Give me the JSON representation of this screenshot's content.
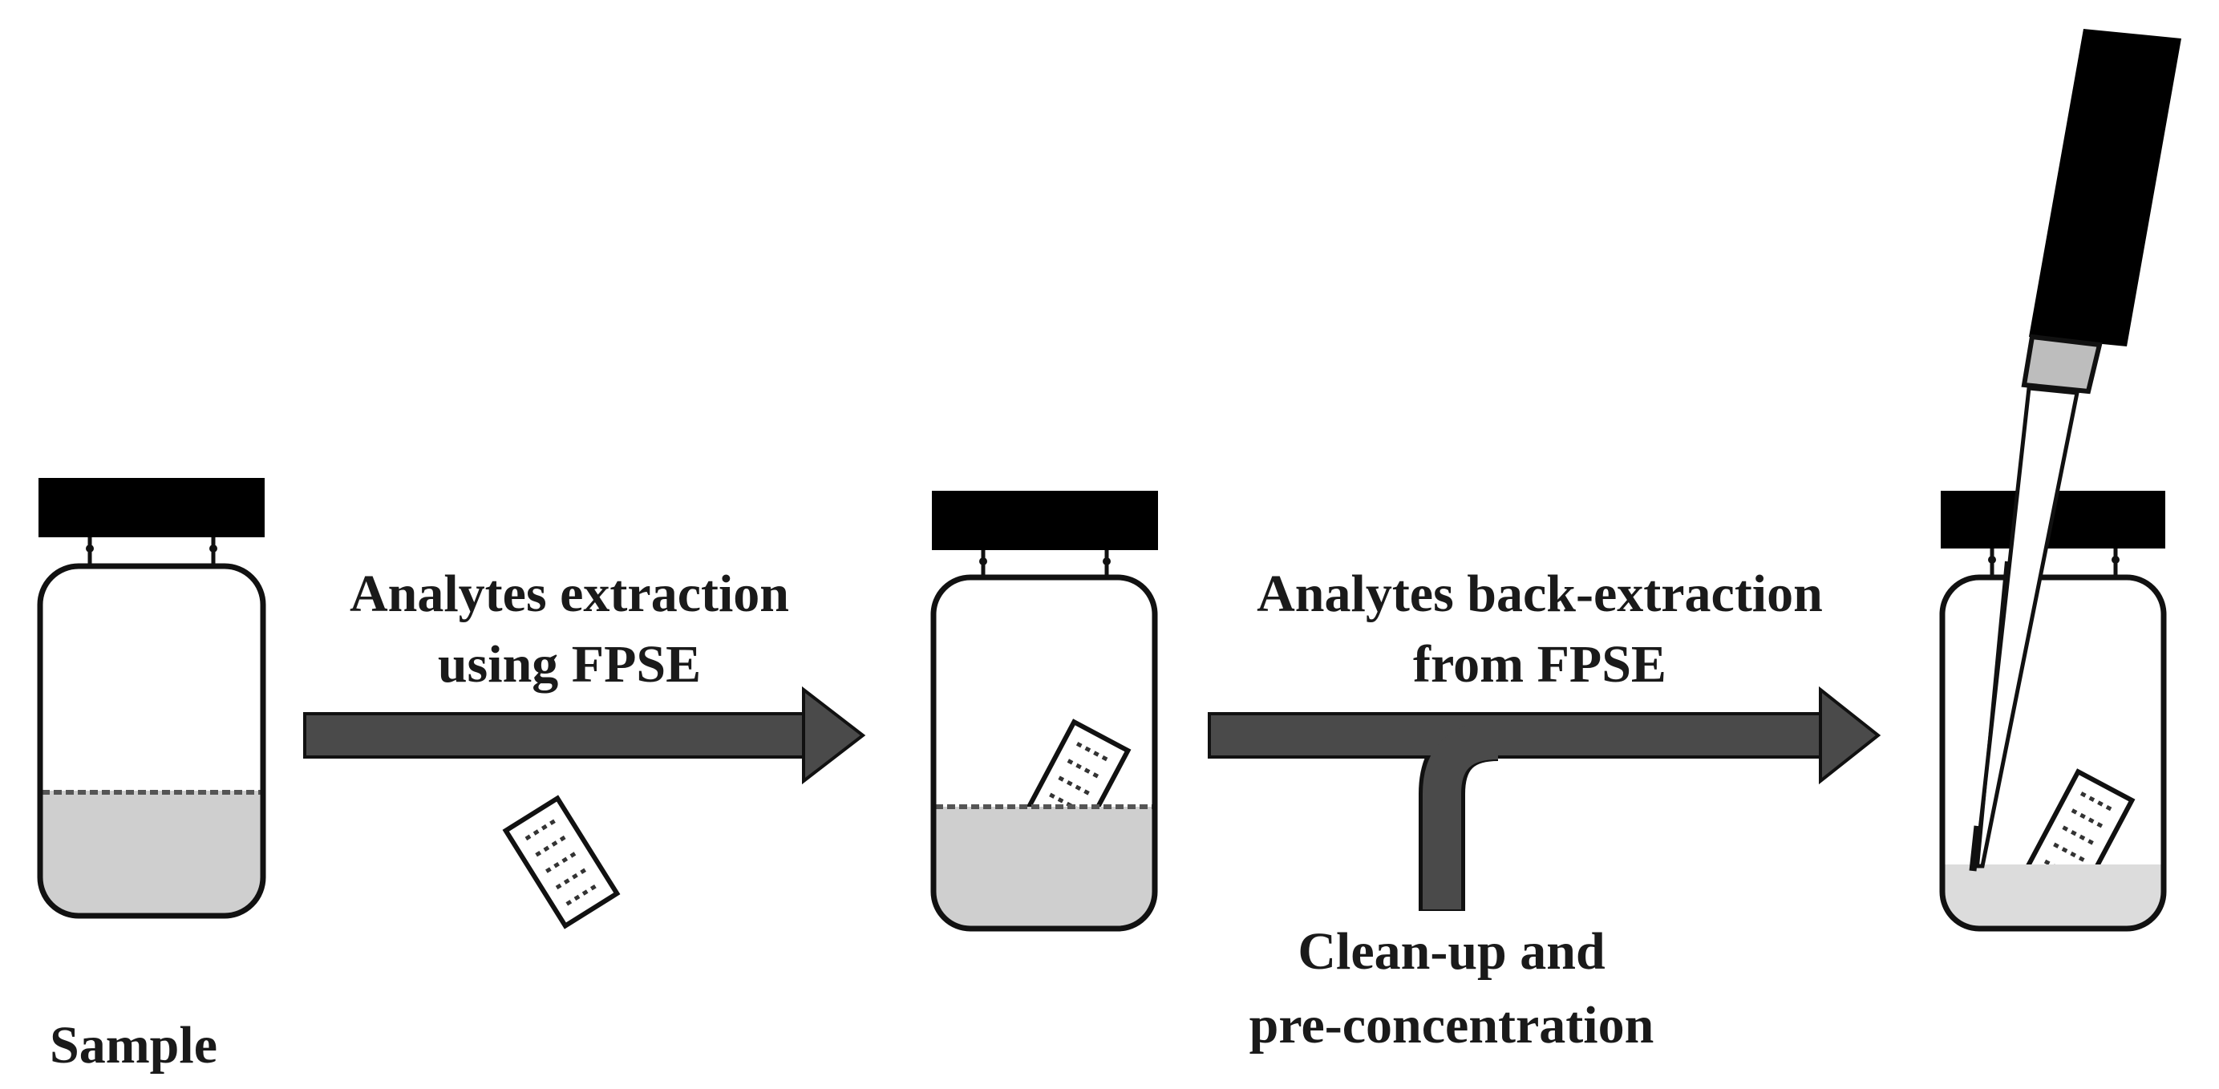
{
  "labels": {
    "sample": "Sample",
    "step1_line1": "Analytes extraction",
    "step1_line2": "using FPSE",
    "step2_line1": "Analytes back-extraction",
    "step2_line2": "from FPSE",
    "branch_line1": "Clean-up and",
    "branch_line2": "pre-concentration"
  },
  "colors": {
    "outline": "#111111",
    "cap": "#000000",
    "liquid": "#cfcfcf",
    "arrow": "#4a4a4a",
    "background": "#ffffff"
  },
  "icons": {
    "vial": "vial-icon",
    "fpse_media": "fpse-media-icon",
    "pipette": "pipette-icon"
  }
}
